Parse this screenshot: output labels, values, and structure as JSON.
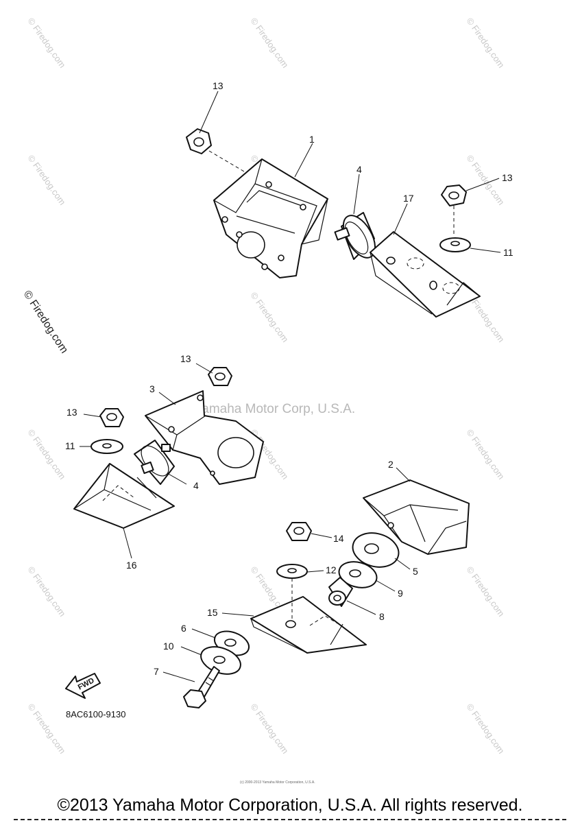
{
  "callouts": {
    "c13a": "13",
    "c1": "1",
    "c4a": "4",
    "c17": "17",
    "c13b": "13",
    "c11a": "11",
    "c13c": "13",
    "c3": "3",
    "c13d": "13",
    "c11b": "11",
    "c4b": "4",
    "c16": "16",
    "c2": "2",
    "c14": "14",
    "c5": "5",
    "c12": "12",
    "c9": "9",
    "c8": "8",
    "c15": "15",
    "c6": "6",
    "c10": "10",
    "c7": "7"
  },
  "arrow_label": "FWD",
  "diagram_code": "8AC6100-9130",
  "watermark_center": "Yamaha Motor Corp, U.S.A.",
  "watermark_side": "© Firedog.com",
  "watermark_tile": "© Firedog.com",
  "small_copyright": "(c) 2000-2013 Yamaha Motor Corporation, U.S.A.",
  "footer": "©2013 Yamaha Motor Corporation, U.S.A. All rights reserved."
}
